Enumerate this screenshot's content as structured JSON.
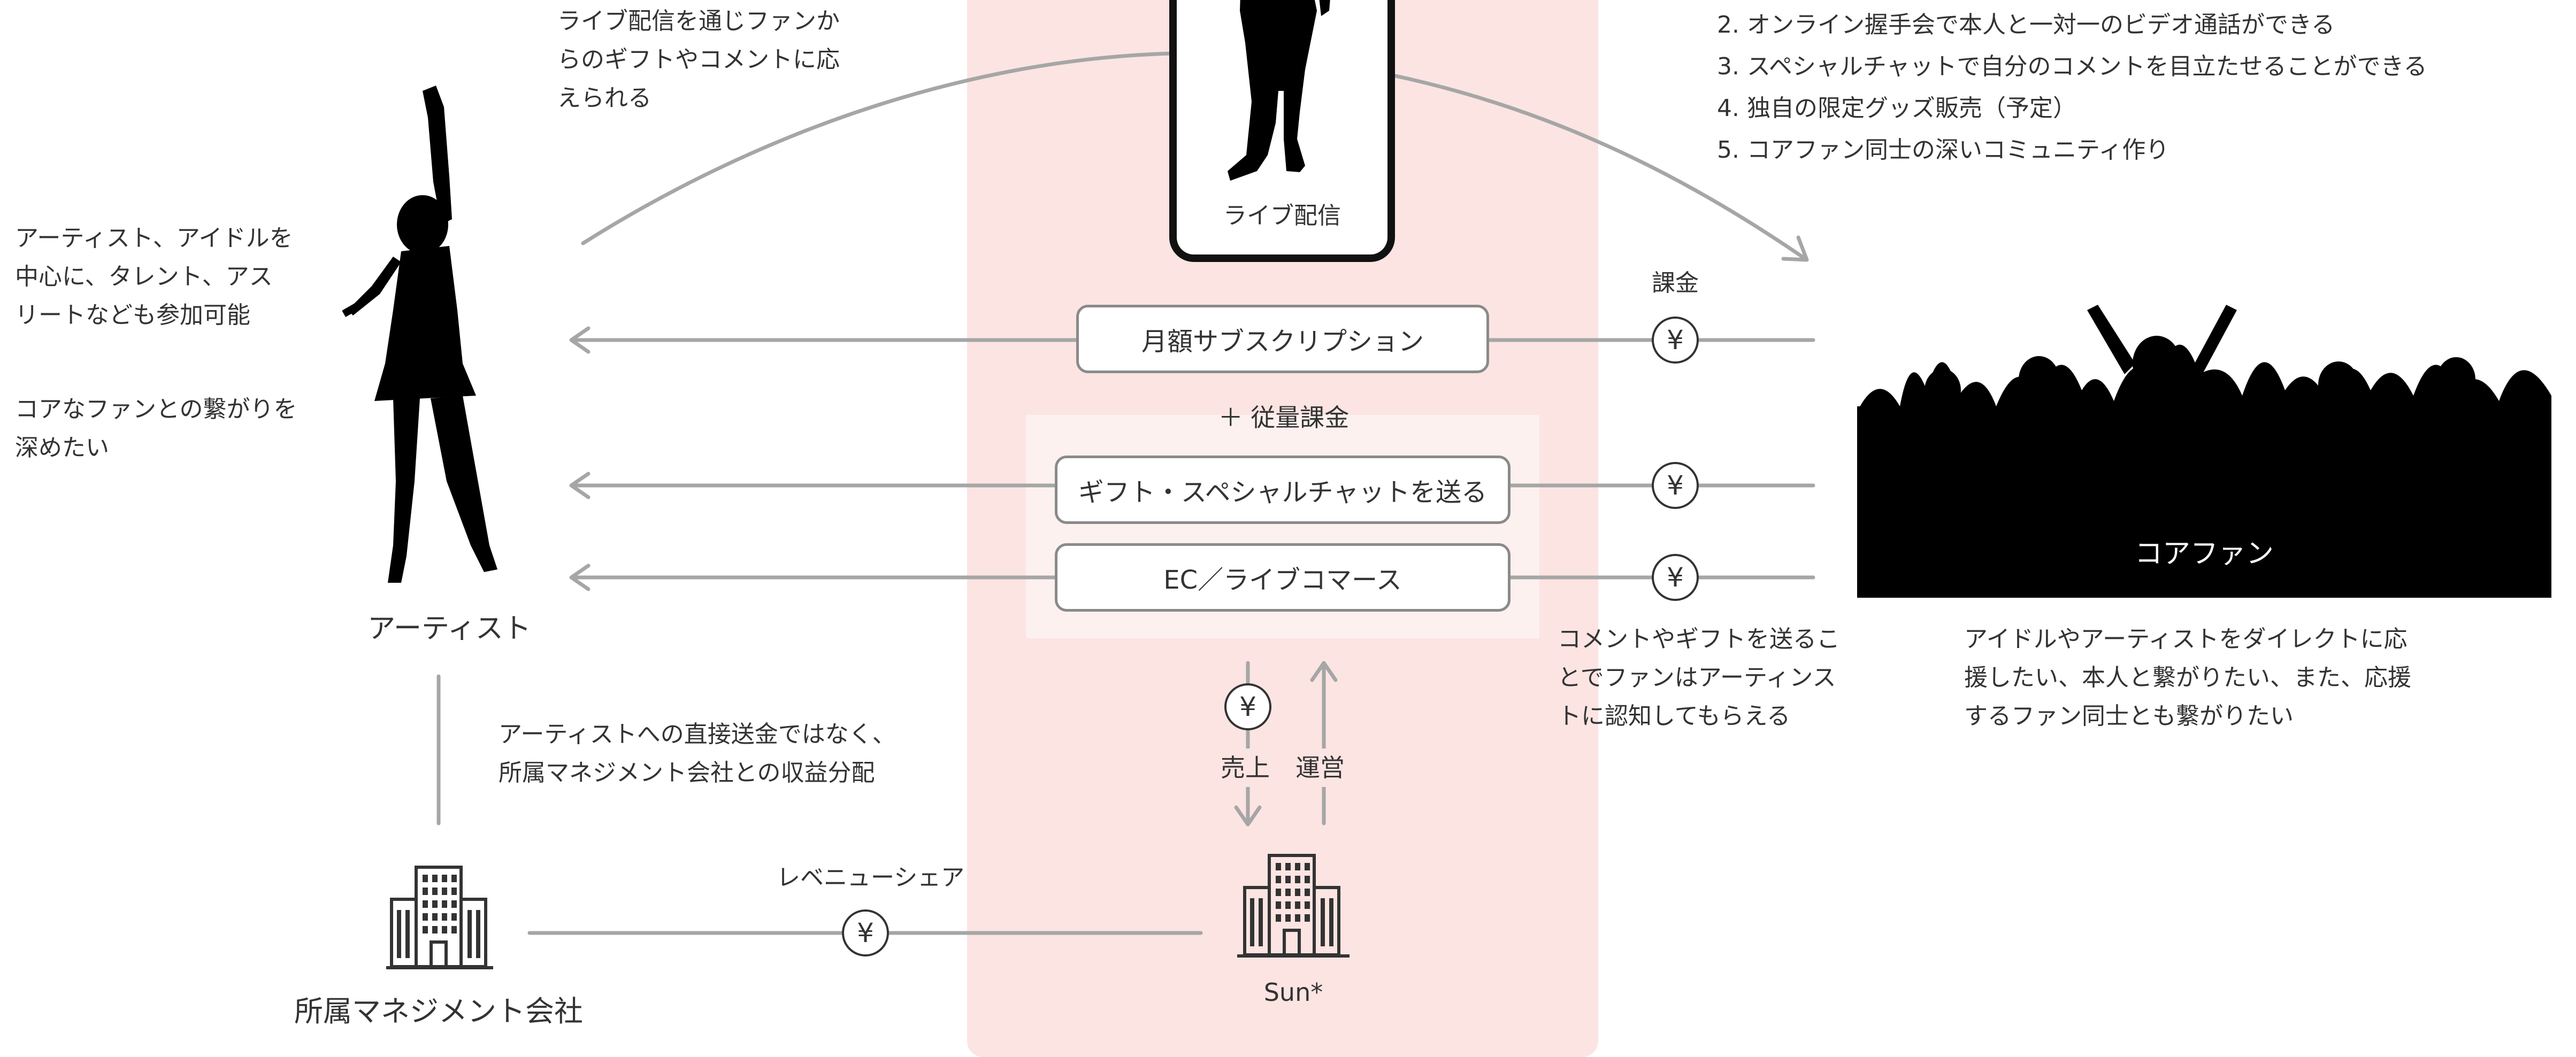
{
  "center_platform": {
    "phone_label": "ライブ配信",
    "subscription_label": "月額サブスクリプション",
    "usage_billing_label": "＋ 従量課金",
    "gift_label": "ギフト・スペシャルチャットを送る",
    "ec_label": "EC／ライブコマース",
    "sales_label": "売上",
    "operation_label": "運営",
    "company_name": "Sun*"
  },
  "artist": {
    "label": "アーティスト",
    "note_top": [
      "アーティスト、アイドルを",
      "中心に、タレント、アス",
      "リートなども参加可能"
    ],
    "note_bottom": [
      "コアなファンとの繋がりを",
      "深めたい"
    ]
  },
  "fans": {
    "label": "コアファン",
    "billing_label": "課金",
    "desire_note": [
      "アイドルやアーティストをダイレクトに応",
      "援したい、本人と繋がりたい、また、応援",
      "するファン同士とも繋がりたい"
    ],
    "benefits": [
      "2.  オンライン握手会で本人と一対一のビデオ通話ができる",
      "3.   スペシャルチャットで自分のコメントを目立たせることができる",
      "4.  独自の限定グッズ販売（予定）",
      "5.  コアファン同士の深いコミュニティ作り"
    ]
  },
  "notes": {
    "live_stream": [
      "ライブ配信を通じファンか",
      "らのギフトやコメントに応",
      "えられる"
    ],
    "comment_gift": [
      "コメントやギフトを送るこ",
      "とでファンはアーティンス",
      "トに認知してもらえる"
    ],
    "revenue_split": [
      "アーティストへの直接送金ではなく、",
      "所属マネジメント会社との収益分配"
    ]
  },
  "management": {
    "label": "所属マネジメント会社",
    "revenue_share_label": "レベニューシェア"
  },
  "yen_symbol": "¥",
  "colors": {
    "band": "#fbe4e2",
    "band_inner": "#fdf1ef",
    "line": "#a6a6a6",
    "text": "#333333",
    "silhouette": "#000000",
    "crowd_text": "#ffffff"
  }
}
